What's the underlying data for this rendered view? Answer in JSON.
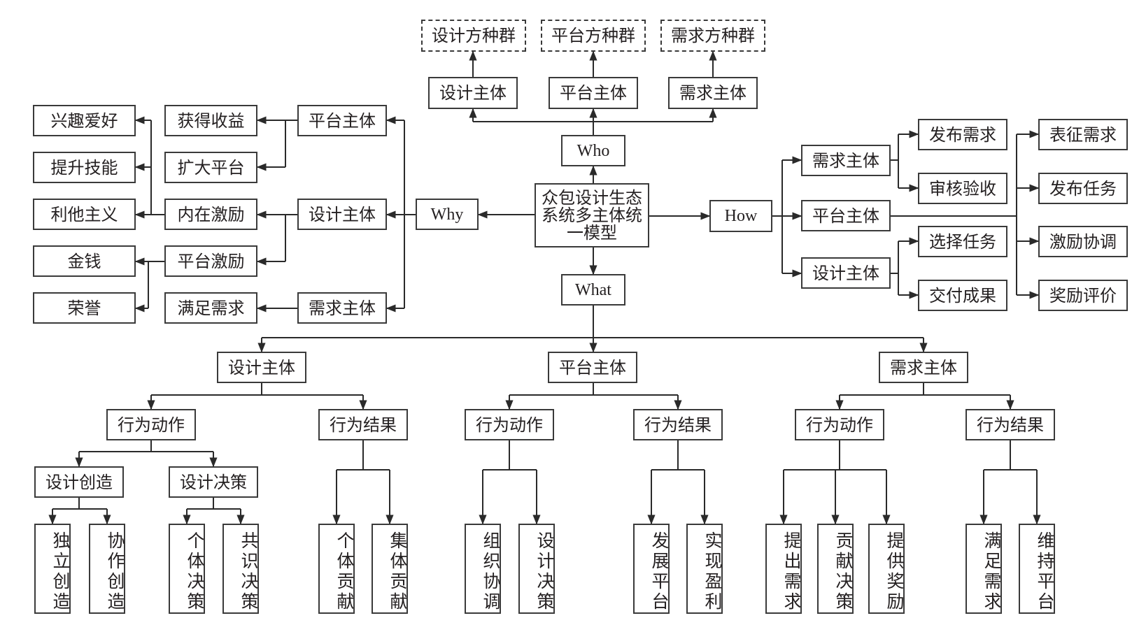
{
  "title": "众包设计生态系统多主体统一模型",
  "center": {
    "label": "众包设计生态系统多主体统一模型"
  },
  "who": {
    "label": "Who",
    "subjects": [
      {
        "label": "设计主体",
        "population": "设计方种群"
      },
      {
        "label": "平台主体",
        "population": "平台方种群"
      },
      {
        "label": "需求主体",
        "population": "需求方种群"
      }
    ]
  },
  "why": {
    "label": "Why",
    "subjects": [
      {
        "label": "平台主体",
        "motives": [
          "获得收益",
          "扩大平台"
        ]
      },
      {
        "label": "设计主体",
        "motives": [
          "内在激励",
          "平台激励"
        ]
      },
      {
        "label": "需求主体",
        "motives": [
          "满足需求"
        ]
      }
    ],
    "intrinsic_motivation": [
      "兴趣爱好",
      "提升技能",
      "利他主义"
    ],
    "platform_incentive": [
      "金钱",
      "荣誉"
    ]
  },
  "how": {
    "label": "How",
    "subjects": [
      {
        "label": "需求主体",
        "actions": [
          "发布需求",
          "审核验收"
        ]
      },
      {
        "label": "平台主体",
        "actions": [
          "表征需求",
          "发布任务",
          "激励协调",
          "奖励评价"
        ]
      },
      {
        "label": "设计主体",
        "actions": [
          "选择任务",
          "交付成果"
        ]
      }
    ]
  },
  "what": {
    "label": "What",
    "subjects": [
      {
        "label": "设计主体",
        "action": {
          "label": "行为动作",
          "groups": [
            {
              "label": "设计创造",
              "items": [
                "独立创造",
                "协作创造"
              ]
            },
            {
              "label": "设计决策",
              "items": [
                "个体决策",
                "共识决策"
              ]
            }
          ]
        },
        "result": {
          "label": "行为结果",
          "items": [
            "个体贡献",
            "集体贡献"
          ]
        }
      },
      {
        "label": "平台主体",
        "action": {
          "label": "行为动作",
          "items": [
            "组织协调",
            "设计决策"
          ]
        },
        "result": {
          "label": "行为结果",
          "items": [
            "发展平台",
            "实现盈利"
          ]
        }
      },
      {
        "label": "需求主体",
        "action": {
          "label": "行为动作",
          "items": [
            "提出需求",
            "贡献决策",
            "提供奖励"
          ]
        },
        "result": {
          "label": "行为结果",
          "items": [
            "满足需求",
            "维持平台"
          ]
        }
      }
    ]
  }
}
